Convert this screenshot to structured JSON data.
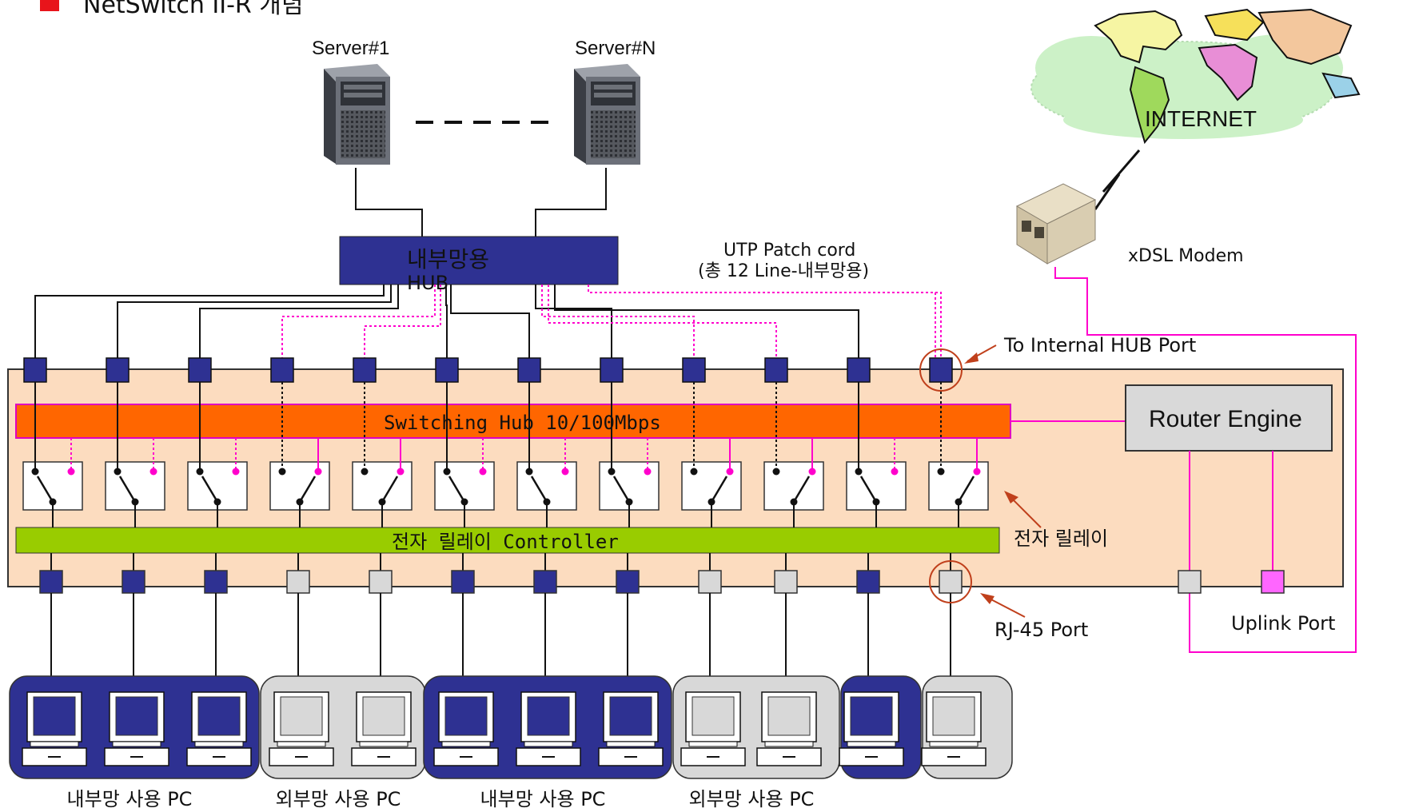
{
  "title": "NetSwitch II-R 개념",
  "servers": {
    "first": "Server#1",
    "last": "Server#N"
  },
  "internal_hub": {
    "line1": "내부망용",
    "line2": "HUB"
  },
  "utp": {
    "line1": "UTP Patch  cord",
    "line2": "(총 12 Line-내부망용)"
  },
  "internet": "INTERNET",
  "modem": "xDSL Modem",
  "callouts": {
    "to_internal_hub_port": "To Internal HUB Port",
    "relay": "전자 릴레이",
    "rj45": "RJ-45 Port",
    "uplink": "Uplink Port"
  },
  "switching_hub": "Switching Hub 10/100Mbps",
  "relay_controller": "전자 릴레이 Controller",
  "router_engine": "Router Engine",
  "pc_groups": [
    {
      "label": "내부망 사용 PC",
      "network": "internal",
      "count": 3
    },
    {
      "label": "외부망 사용 PC",
      "network": "external",
      "count": 2
    },
    {
      "label": "내부망 사용 PC",
      "network": "internal",
      "count": 3
    },
    {
      "label": "외부망 사용 PC",
      "network": "external",
      "count": 2
    },
    {
      "label": "",
      "network": "internal",
      "count": 1
    },
    {
      "label": "",
      "network": "external",
      "count": 1
    }
  ],
  "colors": {
    "internal": "#2e3192",
    "external": "#d8d8d8",
    "panel": "#fcdcbf",
    "switching_hub": "#ff6600",
    "controller": "#99cc00",
    "router_engine": "#d9d9d9",
    "magenta": "#ff00cc",
    "callout": "#c0401c"
  }
}
